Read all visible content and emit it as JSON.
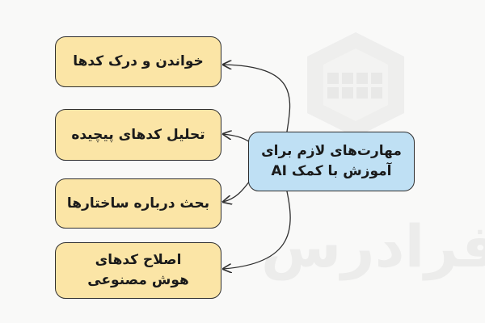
{
  "diagram": {
    "central": {
      "label_line1": "مهارت‌های لازم برای",
      "label_line2": "آموزش با کمک AI"
    },
    "skills": [
      {
        "label_line1": "خواندن و درک کدها",
        "label_line2": ""
      },
      {
        "label_line1": "تحلیل کدهای پیچیده",
        "label_line2": ""
      },
      {
        "label_line1": "بحث درباره ساختارها",
        "label_line2": ""
      },
      {
        "label_line1": "اصلاح کدهای",
        "label_line2": "هوش مصنوعی"
      }
    ],
    "watermark_text": "فرادرس"
  },
  "colors": {
    "skill_fill": "#fbe5a6",
    "central_fill": "#bfe0f4",
    "stroke": "#2f2f2f",
    "background": "#f9f9f8",
    "watermark": "#ececeb"
  }
}
